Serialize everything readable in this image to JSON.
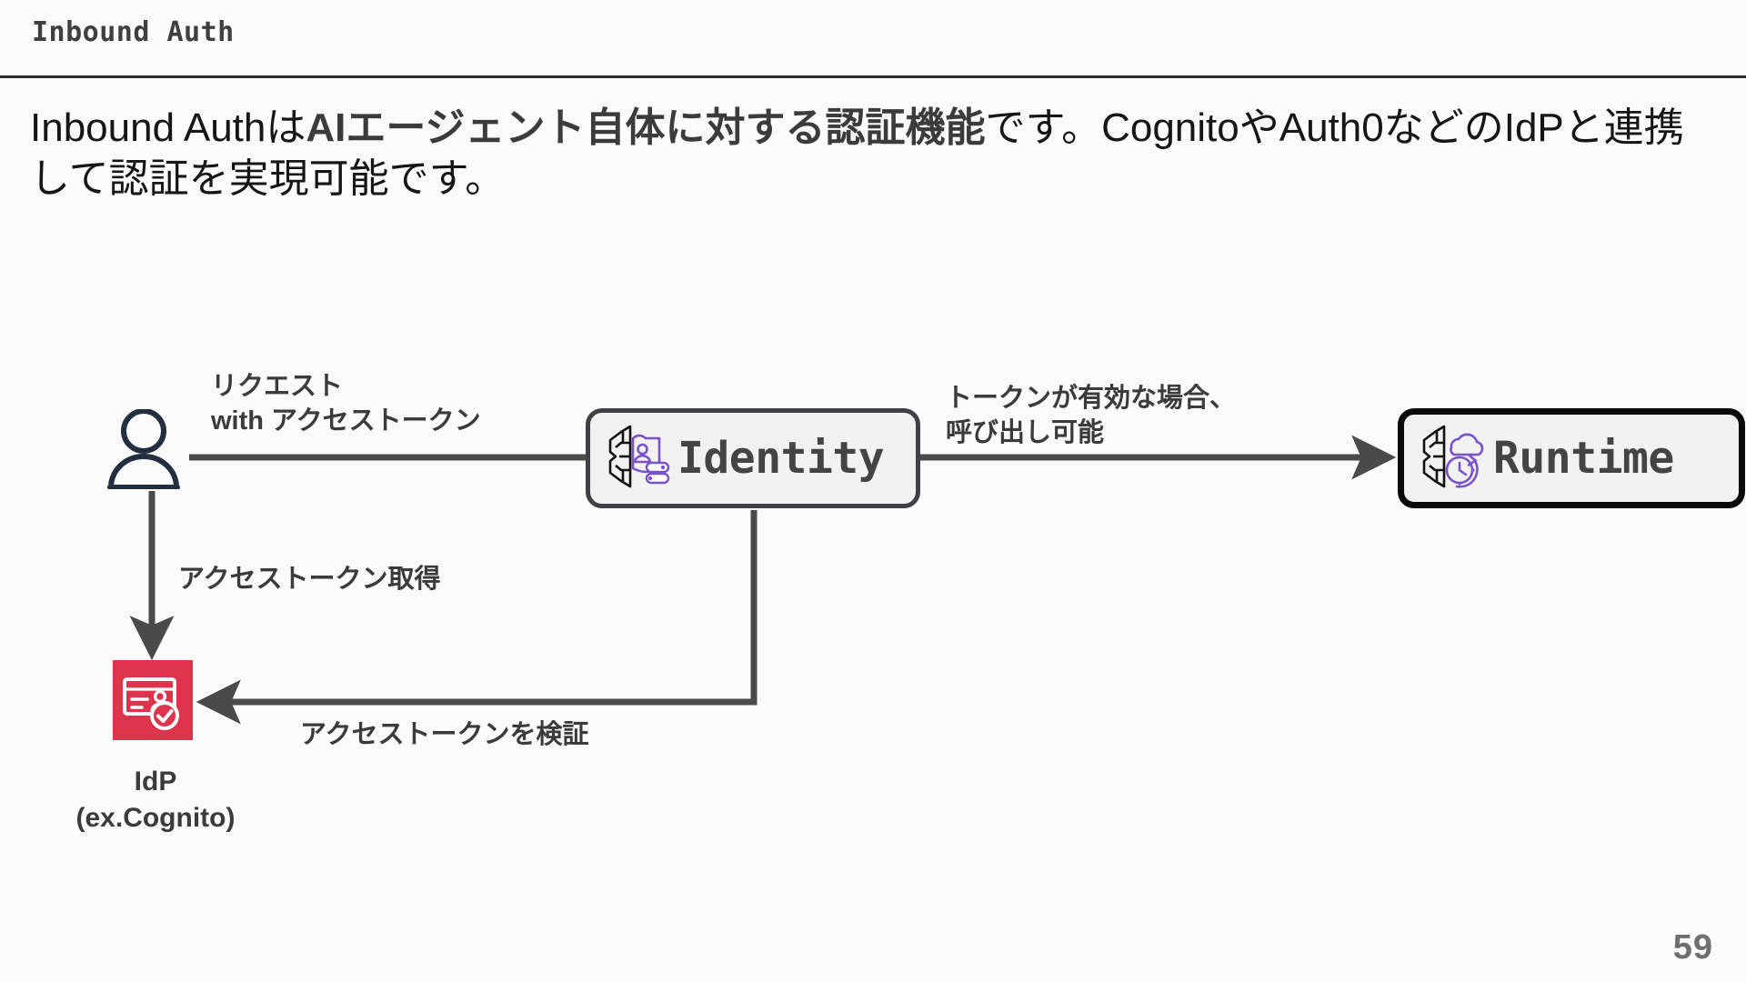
{
  "slide": {
    "header_title": "Inbound Auth",
    "page_number": "59",
    "background_color": "#fbfbfb",
    "rule_color": "#2e2e2e"
  },
  "lead": {
    "part1": "Inbound Authは",
    "strong": "AIエージェント自体に対する認証機能",
    "part2": "です。CognitoやAuth0などのIdPと連携して認証を実現可能です。"
  },
  "diagram": {
    "nodes": [
      {
        "id": "user",
        "name": "user-actor",
        "icon": "user-person-icon",
        "label": "",
        "color": "#232f3e"
      },
      {
        "id": "idp",
        "name": "idp-actor",
        "icon": "identity-card-check-icon",
        "label": "IdP\n(ex.Cognito)",
        "color": "#dd344c"
      },
      {
        "id": "identity",
        "name": "agentcore-identity-node",
        "icon": "agentcore-identity-icon",
        "label": "Identity",
        "border_color": "#3f4145",
        "fill": "#f2f2f2",
        "accent": "#7b52cc"
      },
      {
        "id": "runtime",
        "name": "agentcore-runtime-node",
        "icon": "agentcore-runtime-icon",
        "label": "Runtime",
        "border_color": "#0b0b0b",
        "fill": "#f2f2f2",
        "accent": "#7b52cc"
      }
    ],
    "edges": [
      {
        "id": "request",
        "from": "user",
        "to": "identity",
        "label": "リクエスト\nwith アクセストークン",
        "arrow": "none"
      },
      {
        "id": "token-valid",
        "from": "identity",
        "to": "runtime",
        "label": "トークンが有効な場合、\n呼び出し可能",
        "arrow": "end"
      },
      {
        "id": "get-token",
        "from": "user",
        "to": "idp",
        "label": "アクセストークン取得",
        "arrow": "end"
      },
      {
        "id": "verify-token",
        "from": "identity",
        "to": "idp",
        "label": "アクセストークンを検証",
        "arrow": "end"
      }
    ],
    "line_color": "#4a4a4a"
  }
}
